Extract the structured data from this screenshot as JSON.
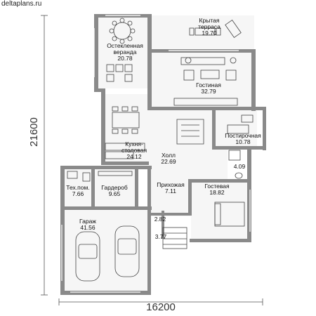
{
  "site": "deltaplans.ru",
  "dimensions": {
    "width": "16200",
    "height": "21600"
  },
  "rooms": [
    {
      "id": "terrace",
      "name": "Крытая\nтерраса",
      "area": "19.70"
    },
    {
      "id": "veranda",
      "name": "Остекленная\nверанда",
      "area": "20.78"
    },
    {
      "id": "living",
      "name": "Гостиная",
      "area": "32.79"
    },
    {
      "id": "kitchen",
      "name": "Кухня-\nстоловая",
      "area": "24.12"
    },
    {
      "id": "hall",
      "name": "Холл",
      "area": "22.69"
    },
    {
      "id": "laundry",
      "name": "Постирочная",
      "area": "10.78"
    },
    {
      "id": "bath",
      "name": "",
      "area": "4.09"
    },
    {
      "id": "tech",
      "name": "Тех.пом.",
      "area": "7.66"
    },
    {
      "id": "wardrobe",
      "name": "Гардероб",
      "area": "9.65"
    },
    {
      "id": "entry",
      "name": "Прихожая",
      "area": "7.11"
    },
    {
      "id": "guest",
      "name": "Гостевая",
      "area": "18.82"
    },
    {
      "id": "garage",
      "name": "Гараж",
      "area": "41.56"
    },
    {
      "id": "small1",
      "name": "",
      "area": "2.82"
    },
    {
      "id": "small2",
      "name": "",
      "area": "3.77"
    }
  ]
}
